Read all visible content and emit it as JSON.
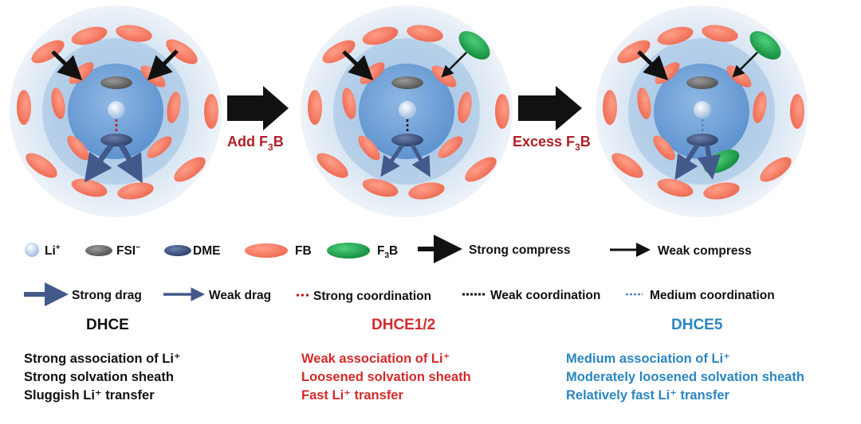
{
  "arrow_labels": {
    "add_prefix": "Add F",
    "add_sub": "3",
    "add_suffix": "B",
    "excess_prefix": "Excess F",
    "excess_sub": "3",
    "excess_suffix": "B"
  },
  "legend": {
    "li": {
      "prefix": "Li",
      "sup": "+"
    },
    "fsi": {
      "prefix": "FSI",
      "sup": "−"
    },
    "dme": "DME",
    "fb": "FB",
    "f3b": {
      "prefix": "F",
      "sub": "3",
      "suffix": "B"
    },
    "strong_compress": "Strong compress",
    "weak_compress": "Weak compress",
    "strong_drag": "Strong drag",
    "weak_drag": "Weak drag",
    "strong_coordination": "Strong coordination",
    "weak_coordination": "Weak coordination",
    "medium_coordination": "Medium coordination"
  },
  "panels": [
    {
      "title": "DHCE",
      "color": "#111111",
      "lines": [
        "Strong association of Li⁺",
        "Strong solvation sheath",
        "Sluggish Li⁺ transfer"
      ]
    },
    {
      "title": "DHCE1/2",
      "color": "#d42a2a",
      "lines": [
        "Weak association of Li⁺",
        "Loosened solvation sheath",
        "Fast Li⁺ transfer"
      ]
    },
    {
      "title": "DHCE5",
      "color": "#2a86c0",
      "lines": [
        "Medium association of Li⁺",
        "Moderately loosened solvation sheath",
        "Relatively fast Li⁺ transfer"
      ]
    }
  ],
  "colors": {
    "fb": "#f0765f",
    "f3b": "#1ba14a",
    "fsi": "#6b6b6b",
    "dme": "#3d4f7c",
    "li": "#a9c6e6",
    "label_red": "#b0202a"
  }
}
